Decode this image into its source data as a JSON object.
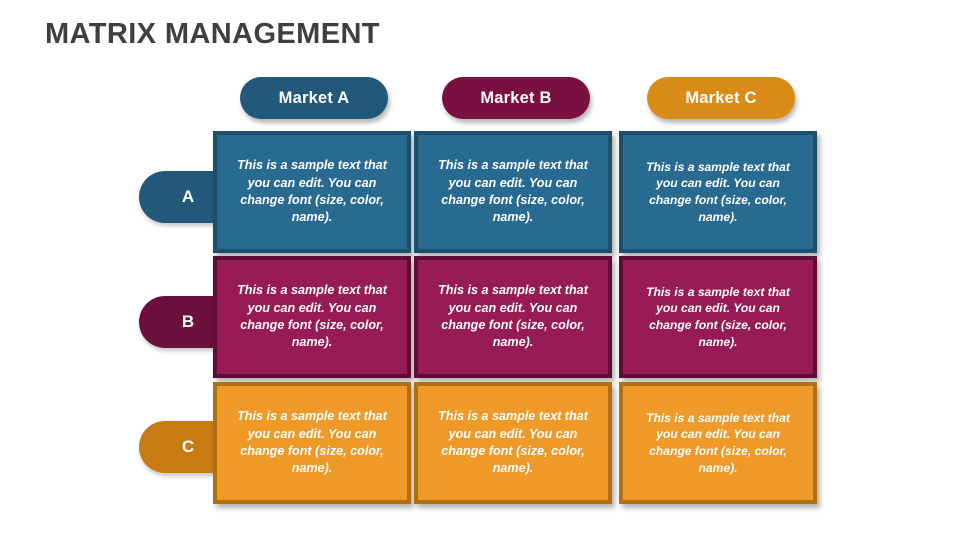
{
  "slide": {
    "title": "MATRIX MANAGEMENT",
    "background": "#ffffff",
    "title_color": "#3f3f3f"
  },
  "colors": {
    "blue_fill": "#286A90",
    "blue_dark": "#1F4E6B",
    "magenta_fill": "#971B56",
    "magenta_dark": "#6D0F3C",
    "orange_fill": "#EF9A28",
    "orange_dark": "#C87B12"
  },
  "columns": [
    {
      "label": "Market A",
      "color": "#22587A",
      "text_color": "#ffffff"
    },
    {
      "label": "Market B",
      "color": "#7A0F42",
      "text_color": "#ffffff"
    },
    {
      "label": "Market C",
      "color": "#D98B18",
      "text_color": "#ffffff"
    }
  ],
  "rows": [
    {
      "label": "A",
      "label_color": "#22587A",
      "cell_fill": "#286A90",
      "cell_border": "#1F4E6B",
      "cells": [
        "This is a sample text that you can edit. You can change font (size, color, name).",
        "This is a sample text that you can edit. You can change font (size, color, name).",
        "This is a sample text that you can edit. You can change font (size, color, name)."
      ]
    },
    {
      "label": "B",
      "label_color": "#6D0F3C",
      "cell_fill": "#971B56",
      "cell_border": "#5E0D33",
      "cells": [
        "This is a sample text that you can edit. You can change font (size, color, name).",
        "This is a sample text that you can edit. You can change font (size, color, name).",
        "This is a sample text that you can edit. You can change font (size, color, name)."
      ]
    },
    {
      "label": "C",
      "label_color": "#C87B12",
      "cell_fill": "#EF9A28",
      "cell_border": "#B06F10",
      "cells": [
        "This is a sample text that you can edit. You can change font (size, color, name).",
        "This is a sample text that you can edit. You can change font (size, color, name).",
        "This is a sample text that you can edit. You can change font (size, color, name)."
      ]
    }
  ]
}
